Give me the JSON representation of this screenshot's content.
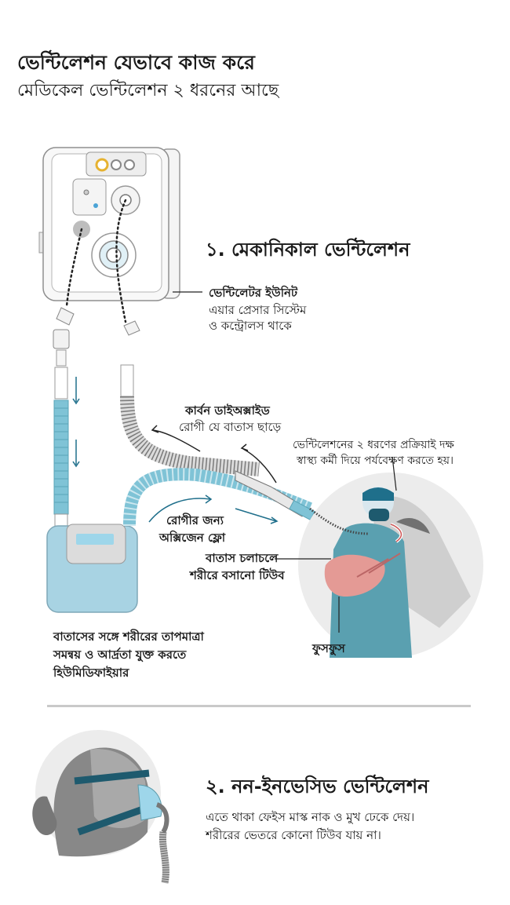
{
  "header": {
    "title": "ভেন্টিলেশন যেভাবে কাজ করে",
    "subtitle": "মেডিকেল ভেন্টিলেশন ২ ধরনের আছে"
  },
  "section1": {
    "heading": "১. মেকানিকাল ভেন্টিলেশন",
    "unit_label": "ভেন্টিলেটর ইউনিট",
    "unit_desc_1": "এয়ার প্রেসার সিস্টেম",
    "unit_desc_2": "ও কন্ট্রোলস থাকে",
    "co2_label": "কার্বন ডাইঅক্সাইড",
    "co2_desc": "রোগী যে বাতাস ছাড়ে",
    "supervision_1": "ভেন্টিলেশনের ২ ধরণের প্রক্রিয়াই দক্ষ",
    "supervision_2": "স্বাস্থ্য কর্মী দিয়ে পর্যবেক্ষণ করতে হয়।",
    "oxygen_1": "রোগীর জন্য",
    "oxygen_2": "অক্সিজেন ফ্লো",
    "tube_1": "বাতাস চলাচলে",
    "tube_2": "শরীরে বসানো টিউব",
    "humid_1": "বাতাসের সঙ্গে শরীরের তাপমাত্রা",
    "humid_2": "সমন্বয় ও আর্দ্রতা যুক্ত করতে",
    "humid_3": "হিউমিডিফাইয়ার",
    "lungs": "ফুসফুস"
  },
  "section2": {
    "heading": "২. নন-ইনভেসিভ ভেন্টিলেশন",
    "desc_1": "এতে থাকা ফেইস মাস্ক নাক ও মুখ ঢেকে দেয়।",
    "desc_2": "শরীরের ভেতরে কোনো টিউব যায় না।"
  },
  "colors": {
    "tube_blue": "#7fc3d6",
    "unit_blue": "#a8d3e3",
    "teal": "#1f6f8b",
    "dark_teal": "#1e5a6e",
    "circle_gray": "#ececec",
    "skin": "#e49a95"
  }
}
